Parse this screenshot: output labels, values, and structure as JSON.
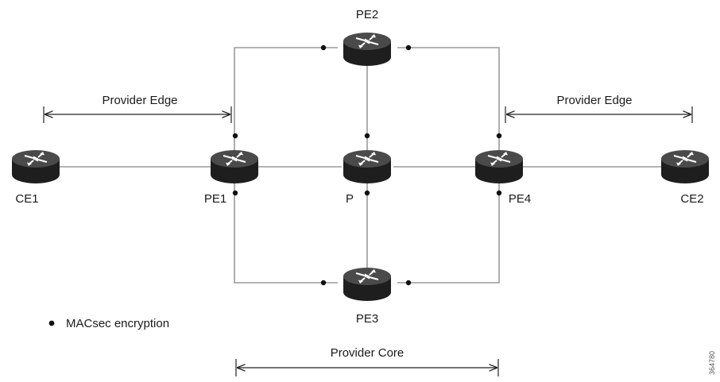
{
  "nodes": {
    "pe2": "PE2",
    "ce1": "CE1",
    "pe1": "PE1",
    "p": "P",
    "pe4": "PE4",
    "ce2": "CE2",
    "pe3": "PE3"
  },
  "spans": {
    "provider_edge_left": "Provider Edge",
    "provider_edge_right": "Provider Edge",
    "provider_core": "Provider Core"
  },
  "legend": {
    "macsec": "MACsec encryption"
  },
  "figure_id": "364780",
  "colors": {
    "router_top": "#4a4a4a",
    "router_side": "#1e1e1e",
    "link": "#9a9a9a",
    "dot": "#111111"
  }
}
